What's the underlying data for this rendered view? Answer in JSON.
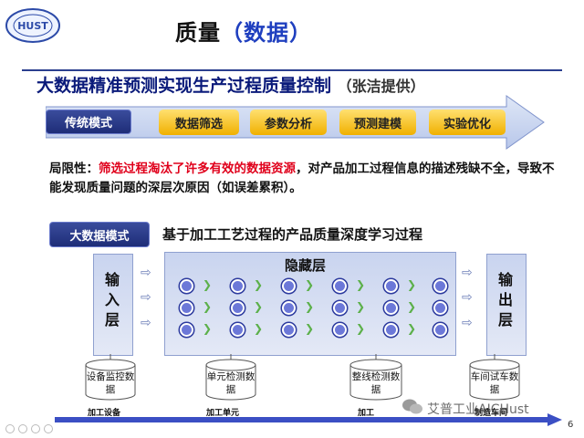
{
  "slide": {
    "title_main": "质量",
    "title_paren": "（数据）",
    "heading": "大数据精准预测实现生产过程质量控制",
    "heading_note": "（张洁提供）",
    "page_number": "6"
  },
  "traditional": {
    "tag": "传统模式",
    "steps": [
      "数据筛选",
      "参数分析",
      "预测建模",
      "实验优化"
    ]
  },
  "limitation": {
    "label": "局限性：",
    "highlight": "筛选过程淘汰了许多有效的数据资源",
    "rest": "，对产品加工过程信息的描述残缺不全，导致不能发现质量问题的深层次原因（如误差累积）。"
  },
  "bigdata": {
    "tag": "大数据模式",
    "caption": "基于加工工艺过程的产品质量深度学习过程",
    "input_layer": "输入层",
    "hidden_layer": "隐藏层",
    "output_layer": "输出层",
    "databases": [
      "设备监控数据",
      "单元检测数据",
      "整线检测数据",
      "车间试车数据"
    ],
    "stages": [
      "加工设备",
      "加工单元",
      "加工",
      "制造车间"
    ]
  },
  "watermark": "艾普工业AICHust",
  "colors": {
    "accent_blue": "#1f3fbf",
    "highlight_red": "#e0001b",
    "pill_yellow": "#f0b000",
    "tag_navy": "#1e2d78"
  }
}
